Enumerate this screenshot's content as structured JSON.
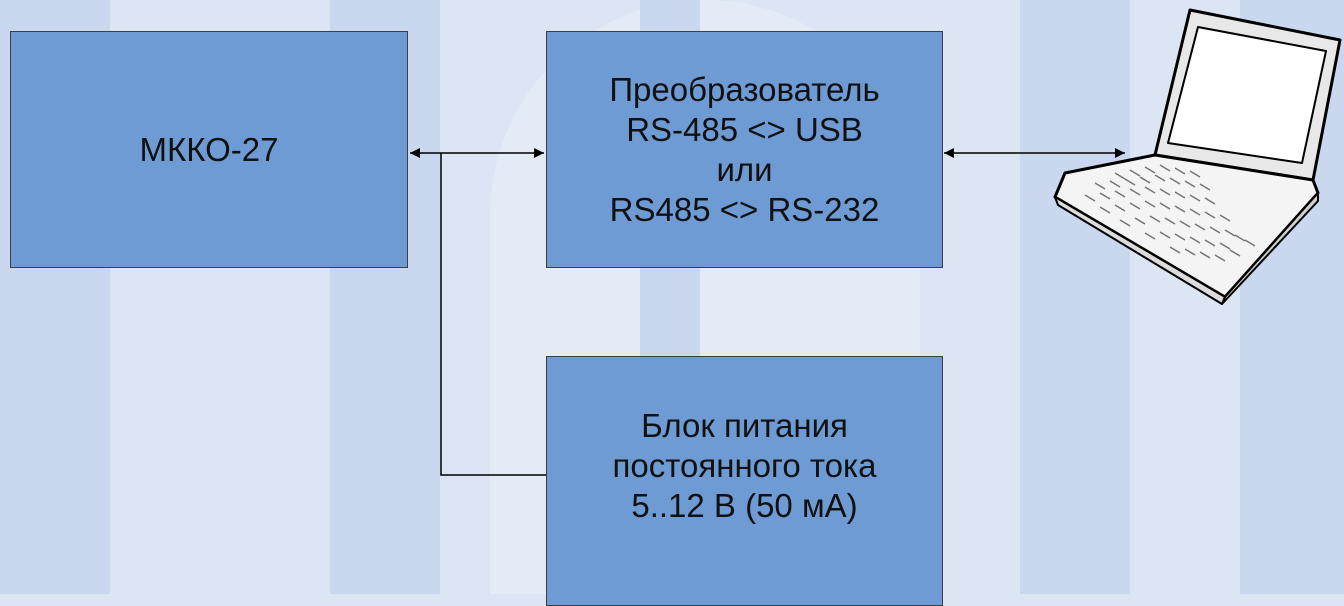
{
  "blocks": {
    "device": {
      "lines": [
        "МККО-27"
      ]
    },
    "converter": {
      "lines": [
        "Преобразователь",
        "RS-485 <> USB",
        "или",
        "RS485 <> RS-232"
      ]
    },
    "power": {
      "lines": [
        "Блок питания",
        "постоянного тока",
        "5..12 В (50 мА)"
      ]
    }
  },
  "icons": {
    "computer": "laptop-icon"
  },
  "colors": {
    "box_fill": "#6f9bd5",
    "box_border": "#3d3d3d",
    "background": "#dbe5f3",
    "line": "#000000"
  }
}
